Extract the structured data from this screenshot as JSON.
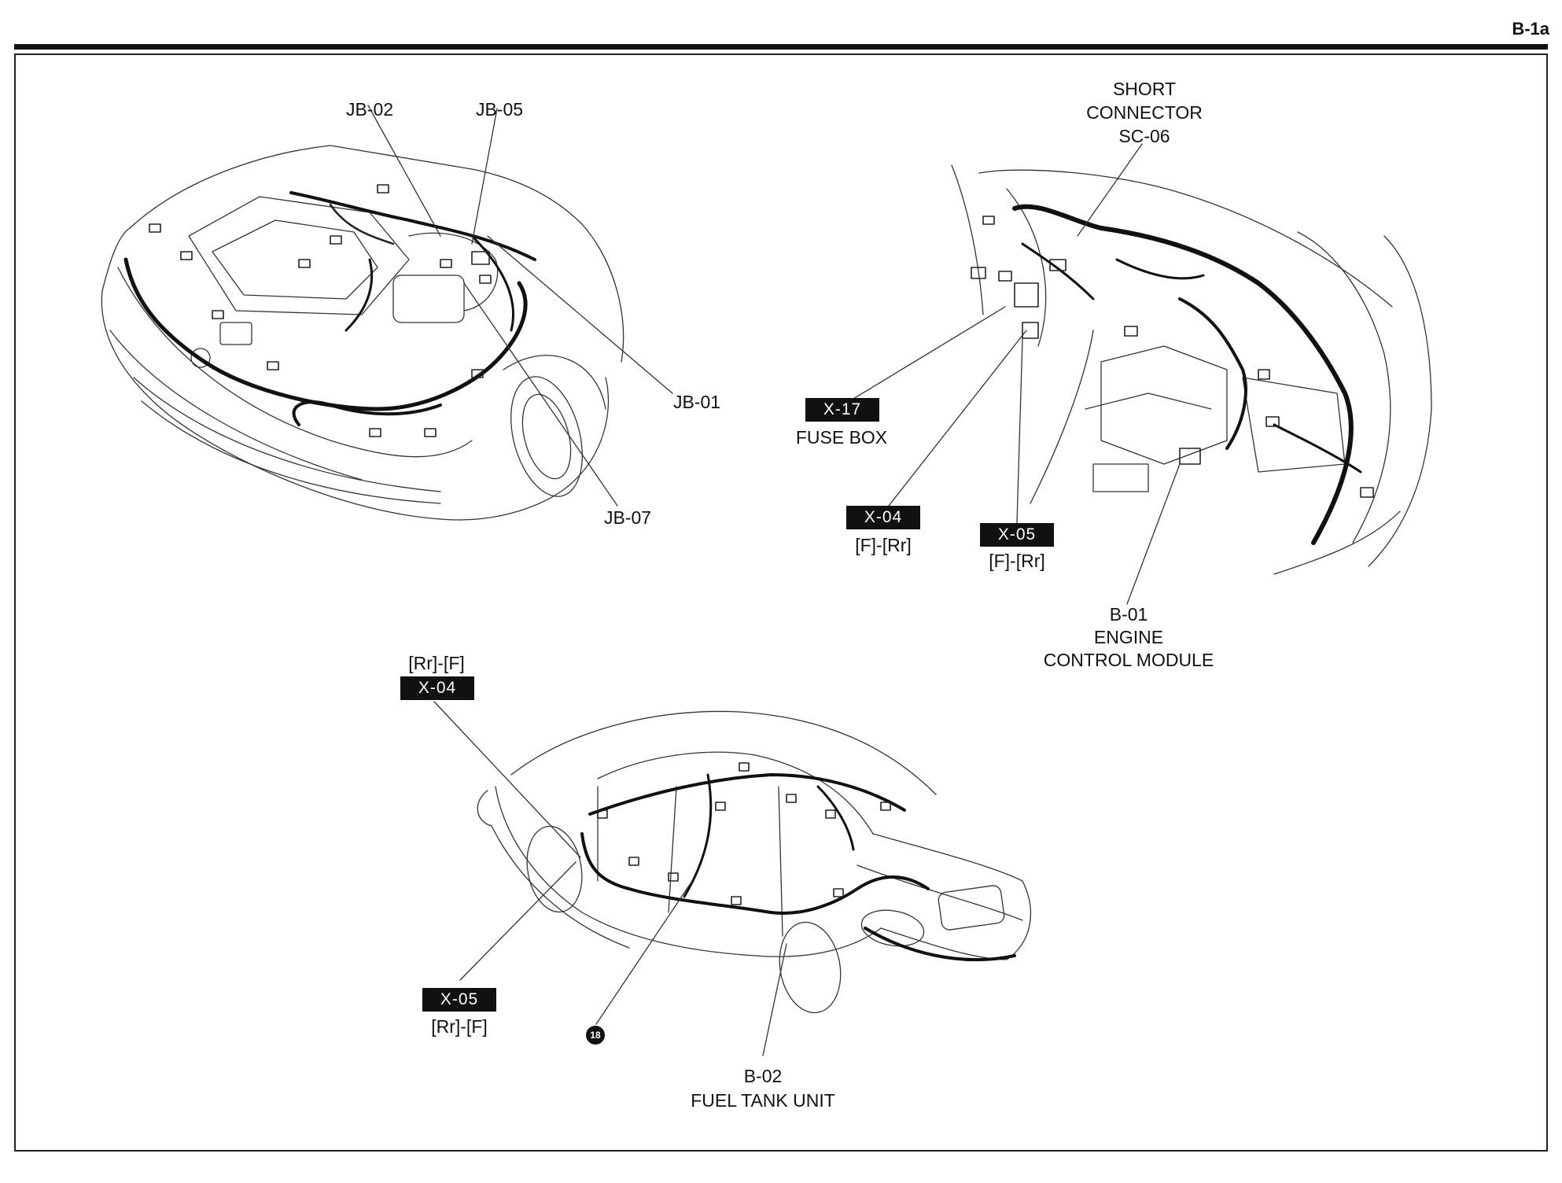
{
  "page": {
    "number": "B-1a"
  },
  "engine_bay": {
    "labels": {
      "jb02": "JB-02",
      "jb05": "JB-05",
      "jb01": "JB-01",
      "jb07": "JB-07"
    }
  },
  "interior": {
    "short_connector": [
      "SHORT",
      "CONNECTOR",
      "SC-06"
    ],
    "x17": {
      "code": "X-17",
      "caption": "FUSE BOX"
    },
    "x04": {
      "code": "X-04",
      "caption": "[F]-[Rr]"
    },
    "x05": {
      "code": "X-05",
      "caption": "[F]-[Rr]"
    },
    "b01": [
      "B-01",
      "ENGINE",
      "CONTROL MODULE"
    ]
  },
  "body": {
    "x04": {
      "caption": "[Rr]-[F]",
      "code": "X-04"
    },
    "x05": {
      "code": "X-05",
      "caption": "[Rr]-[F]"
    },
    "ground_marker": "18",
    "b02": [
      "B-02",
      "FUEL TANK UNIT"
    ]
  }
}
